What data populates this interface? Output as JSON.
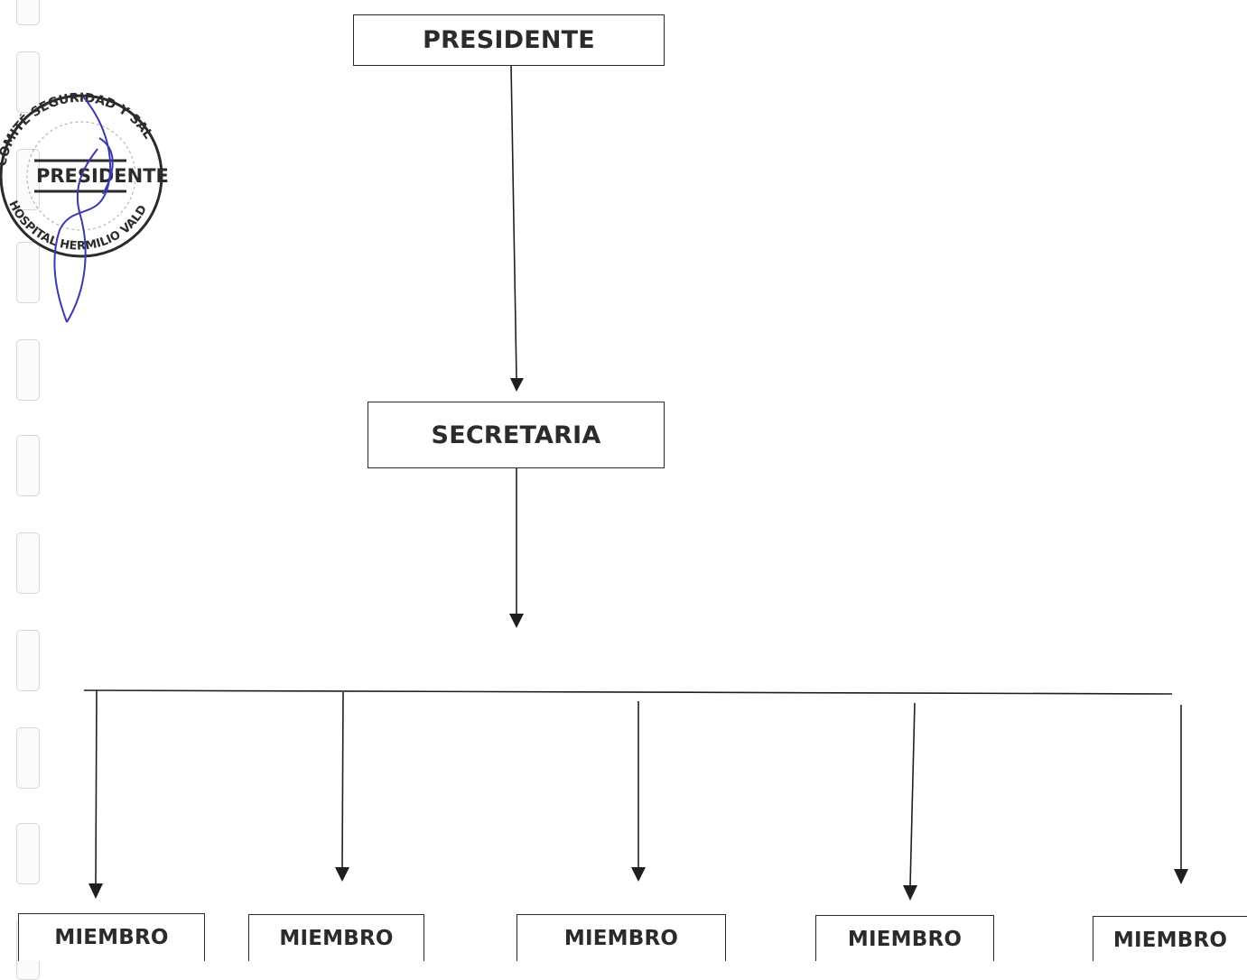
{
  "chart": {
    "president": "PRESIDENTE",
    "secretary": "SECRETARIA",
    "members": [
      "MIEMBRO",
      "MIEMBRO",
      "MIEMBRO",
      "MIEMBRO",
      "MIEMBRO"
    ]
  },
  "seal": {
    "ring_text_top": "COMITÉ SEGURIDAD Y SALUD EN EL TRABAJO",
    "ring_text_bottom": "HOSPITAL HERMILIO VALDIZAN",
    "center_text": "PRESIDENTE",
    "ink_color": "#2b2b2b",
    "signature_color": "#3a3ab0"
  },
  "colors": {
    "line": "#1f1f1f",
    "box_border": "#2a2a2a",
    "text": "#2b2b2b"
  }
}
